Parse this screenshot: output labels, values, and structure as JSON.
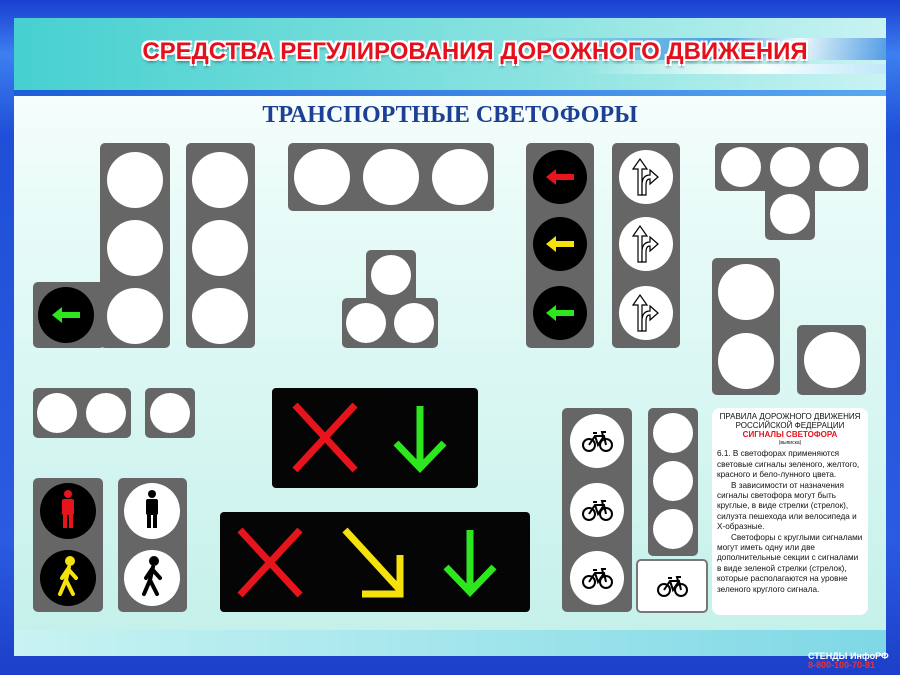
{
  "title": "СРЕДСТВА РЕГУЛИРОВАНИЯ ДОРОЖНОГО ДВИЖЕНИЯ",
  "subtitle": "ТРАНСПОРТНЫЕ СВЕТОФОРЫ",
  "rules_box": {
    "heading_line1": "ПРАВИЛА ДОРОЖНОГО ДВИЖЕНИЯ",
    "heading_line2": "РОССИЙСКОЙ ФЕДЕРАЦИИ",
    "section_title": "СИГНАЛЫ СВЕТОФОРА",
    "note": "(выписка)",
    "paragraph1": "6.1. В светофорах применяются световые сигналы зеленого, желтого, красного и бело-лунного цвета.",
    "paragraph2": "В зависимости от назначения сигналы светофора могут быть круглые, в виде стрелки (стрелок), силуэта пешехода или велосипеда и Х-образные.",
    "paragraph3": "Светофоры с круглыми сигналами могут иметь одну или две дополнительные секции с сигналами в виде зеленой стрелки (стрелок), которые располагаются на уровне зеленого круглого сигнала."
  },
  "logo": {
    "brand": "СТЕНДЫ ИнфоРФ",
    "phone": "8-800-100-70-81"
  },
  "colors": {
    "housing": "#666666",
    "lamp": "#ffffff",
    "red": "#e8141c",
    "yellow": "#f5e10c",
    "green": "#2ee61e",
    "title_red": "#e4101c",
    "subtitle_blue": "#1d3f94"
  },
  "icons": [
    "arrow-left-icon",
    "arrow-straight-right-icon",
    "cross-signal-icon",
    "arrow-down-icon",
    "arrow-diagonal-icon",
    "pedestrian-standing-icon",
    "pedestrian-walking-icon",
    "bicycle-icon"
  ]
}
